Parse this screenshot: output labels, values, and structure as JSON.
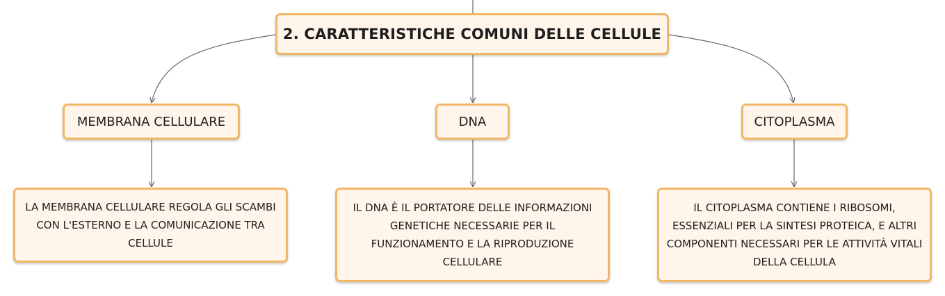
{
  "root": {
    "label": "2. CARATTERISTICHE COMUNI DELLE CELLULE"
  },
  "branches": [
    {
      "label": "MEMBRANA CELLULARE",
      "description": "LA MEMBRANA CELLULARE REGOLA GLI SCAMBI CON L'ESTERNO E LA COMUNICAZIONE TRA CELLULE"
    },
    {
      "label": "DNA",
      "description": "IL DNA È IL PORTATORE DELLE INFORMAZIONI GENETICHE NECESSARIE PER IL FUNZIONAMENTO E LA RIPRODUZIONE CELLULARE"
    },
    {
      "label": "CITOPLASMA",
      "description": "IL CITOPLASMA CONTIENE I RIBOSOMI, ESSENZIALI PER LA SINTESI PROTEICA, E ALTRI COMPONENTI NECESSARI PER LE ATTIVITÀ VITALI DELLA CELLULA"
    }
  ],
  "colors": {
    "node_fill": "#fff5ea",
    "node_border": "#f2b766",
    "connector": "#666666",
    "text": "#1e1e1e"
  }
}
